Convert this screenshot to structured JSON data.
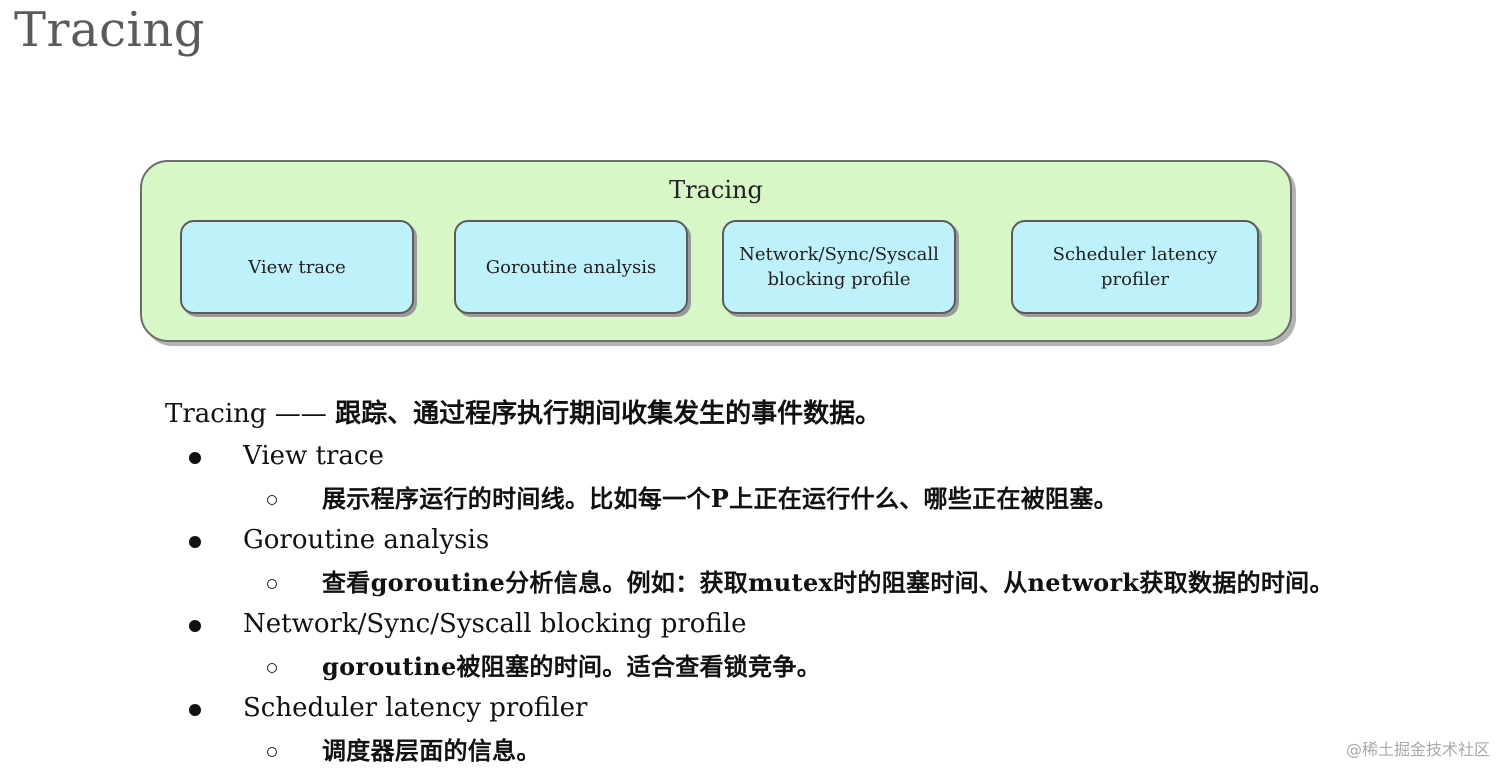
{
  "slide": {
    "title": "Tracing"
  },
  "diagram": {
    "outer_label": "Tracing",
    "boxes": [
      {
        "label": "View trace"
      },
      {
        "label": "Goroutine analysis"
      },
      {
        "label_line1": "Network/Sync/Syscall",
        "label_line2": "blocking profile"
      },
      {
        "label": "Scheduler latency profiler"
      }
    ]
  },
  "summary": {
    "term": "Tracing",
    "dash": " —— ",
    "text": "跟踪、通过程序执行期间收集发生的事件数据。"
  },
  "items": [
    {
      "title": "View trace",
      "detail": "展示程序运行的时间线。比如每一个P上正在运行什么、哪些正在被阻塞。"
    },
    {
      "title": "Goroutine analysis",
      "detail": "查看goroutine分析信息。例如：获取mutex时的阻塞时间、从network获取数据的时间。"
    },
    {
      "title": "Network/Sync/Syscall blocking profile",
      "detail": "goroutine被阻塞的时间。适合查看锁竞争。"
    },
    {
      "title": "Scheduler latency profiler",
      "detail": "调度器层面的信息。"
    }
  ],
  "watermark": "@稀土掘金技术社区"
}
